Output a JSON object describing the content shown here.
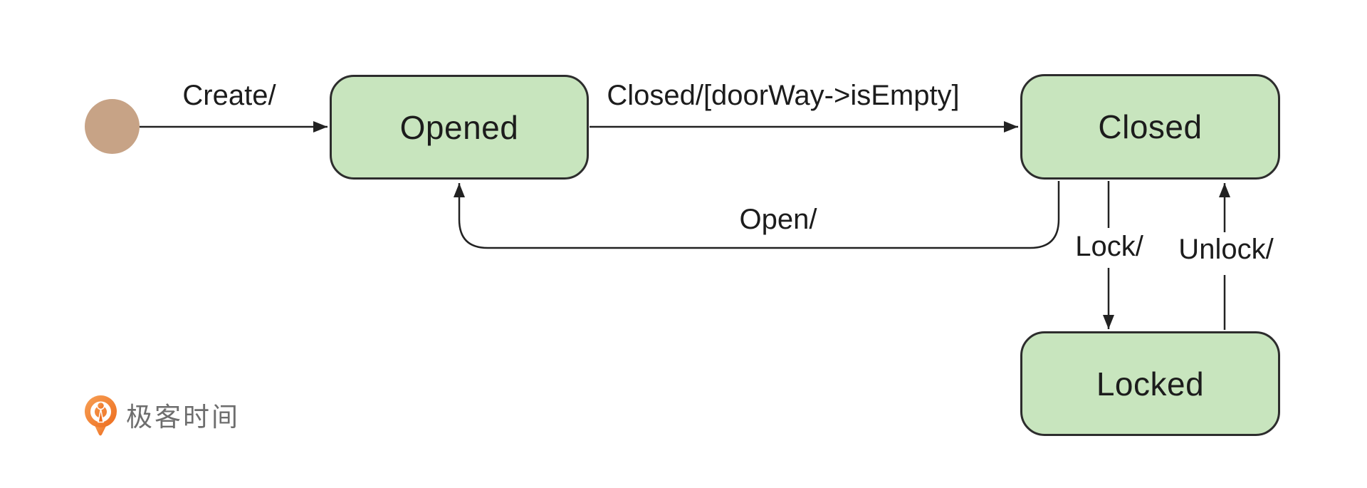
{
  "diagram": {
    "type": "uml-state-machine",
    "states": [
      {
        "id": "opened",
        "label": "Opened"
      },
      {
        "id": "closed",
        "label": "Closed"
      },
      {
        "id": "locked",
        "label": "Locked"
      }
    ],
    "transitions": [
      {
        "id": "create",
        "label": "Create/",
        "from": "initial",
        "to": "opened"
      },
      {
        "id": "close",
        "label": "Closed/[doorWay->isEmpty]",
        "from": "opened",
        "to": "closed"
      },
      {
        "id": "open",
        "label": "Open/",
        "from": "closed",
        "to": "opened"
      },
      {
        "id": "lock",
        "label": "Lock/",
        "from": "closed",
        "to": "locked"
      },
      {
        "id": "unlock",
        "label": "Unlock/",
        "from": "locked",
        "to": "closed"
      }
    ],
    "initial_state_marker": "filled-circle"
  },
  "logo": {
    "text": "极客时间"
  },
  "colors": {
    "state_fill": "#c8e5be",
    "state_border": "#2d2d2d",
    "line": "#222222",
    "text": "#1c1c1c",
    "initial_fill": "#c7a386",
    "logo_orange_light": "#f59b4d",
    "logo_orange_dark": "#ed6c1e",
    "logo_text": "#6e6e6e"
  }
}
